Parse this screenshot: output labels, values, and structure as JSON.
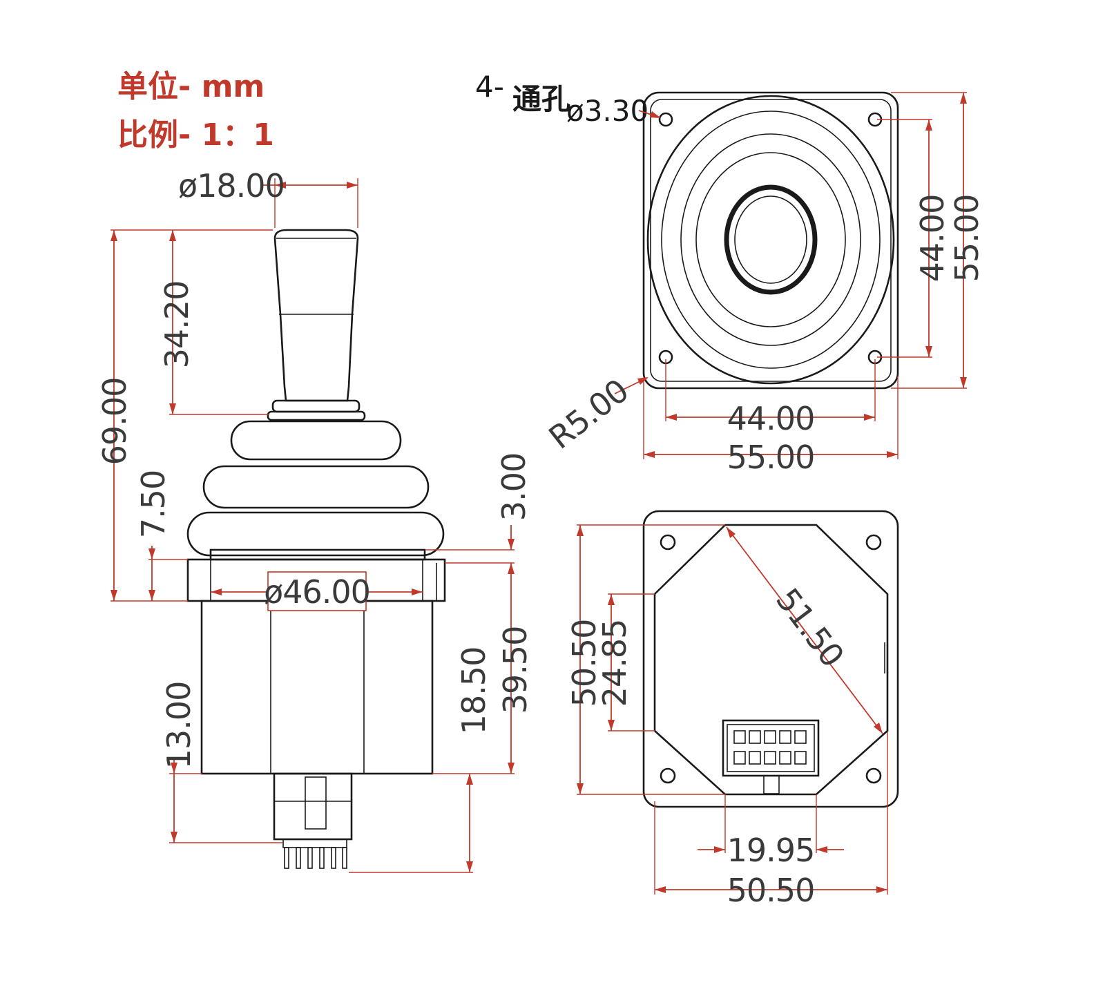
{
  "notes": {
    "unit": "单位- mm",
    "scale": "比例- 1：1"
  },
  "callouts": {
    "holes_prefix": "4-",
    "holes_word": "通孔",
    "holes_dia": "ø3.30",
    "corner_radius": "R5.00"
  },
  "dimensions": {
    "knob_dia": "ø18.00",
    "handle_height": "34.20",
    "total_height": "69.00",
    "flange_height": "7.50",
    "top_gap": "3.00",
    "body_dia": "ø46.00",
    "bottom_height": "13.00",
    "lower_height": "18.50",
    "body_height": "39.50",
    "top_hole_pitch_v": "44.00",
    "top_outer_v": "55.00",
    "top_hole_pitch_h": "44.00",
    "top_outer_h": "55.00",
    "bottom_outer_v": "50.50",
    "bottom_inner_v": "24.85",
    "diagonal": "51.50",
    "connector_width": "19.95",
    "bottom_outer_h": "50.50"
  },
  "colors": {
    "dimension": "#c0392b",
    "outline": "#1a1a1a",
    "dim_text": "#3a3a3a"
  }
}
